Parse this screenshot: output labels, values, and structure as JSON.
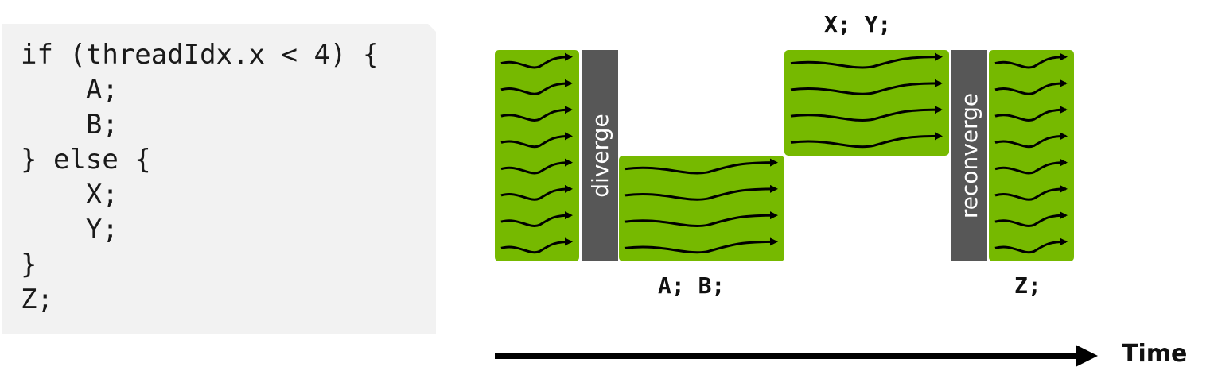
{
  "code": {
    "lines": [
      "if (threadIdx.x < 4) {",
      "    A;",
      "    B;",
      "} else {",
      "    X;",
      "    Y;",
      "}",
      "Z;"
    ]
  },
  "diagram": {
    "bars": {
      "diverge": "diverge",
      "reconverge": "reconverge"
    },
    "labels": {
      "xy": "X; Y;",
      "ab": "A; B;",
      "z": "Z;"
    },
    "time_label": "Time",
    "colors": {
      "block_green": "#76b900",
      "bar_gray": "#575757",
      "arrow": "#000000"
    },
    "blocks": [
      {
        "name": "start-block",
        "threads": 8
      },
      {
        "name": "ab-block",
        "threads": 4
      },
      {
        "name": "xy-block",
        "threads": 4
      },
      {
        "name": "z-block",
        "threads": 8
      }
    ]
  }
}
